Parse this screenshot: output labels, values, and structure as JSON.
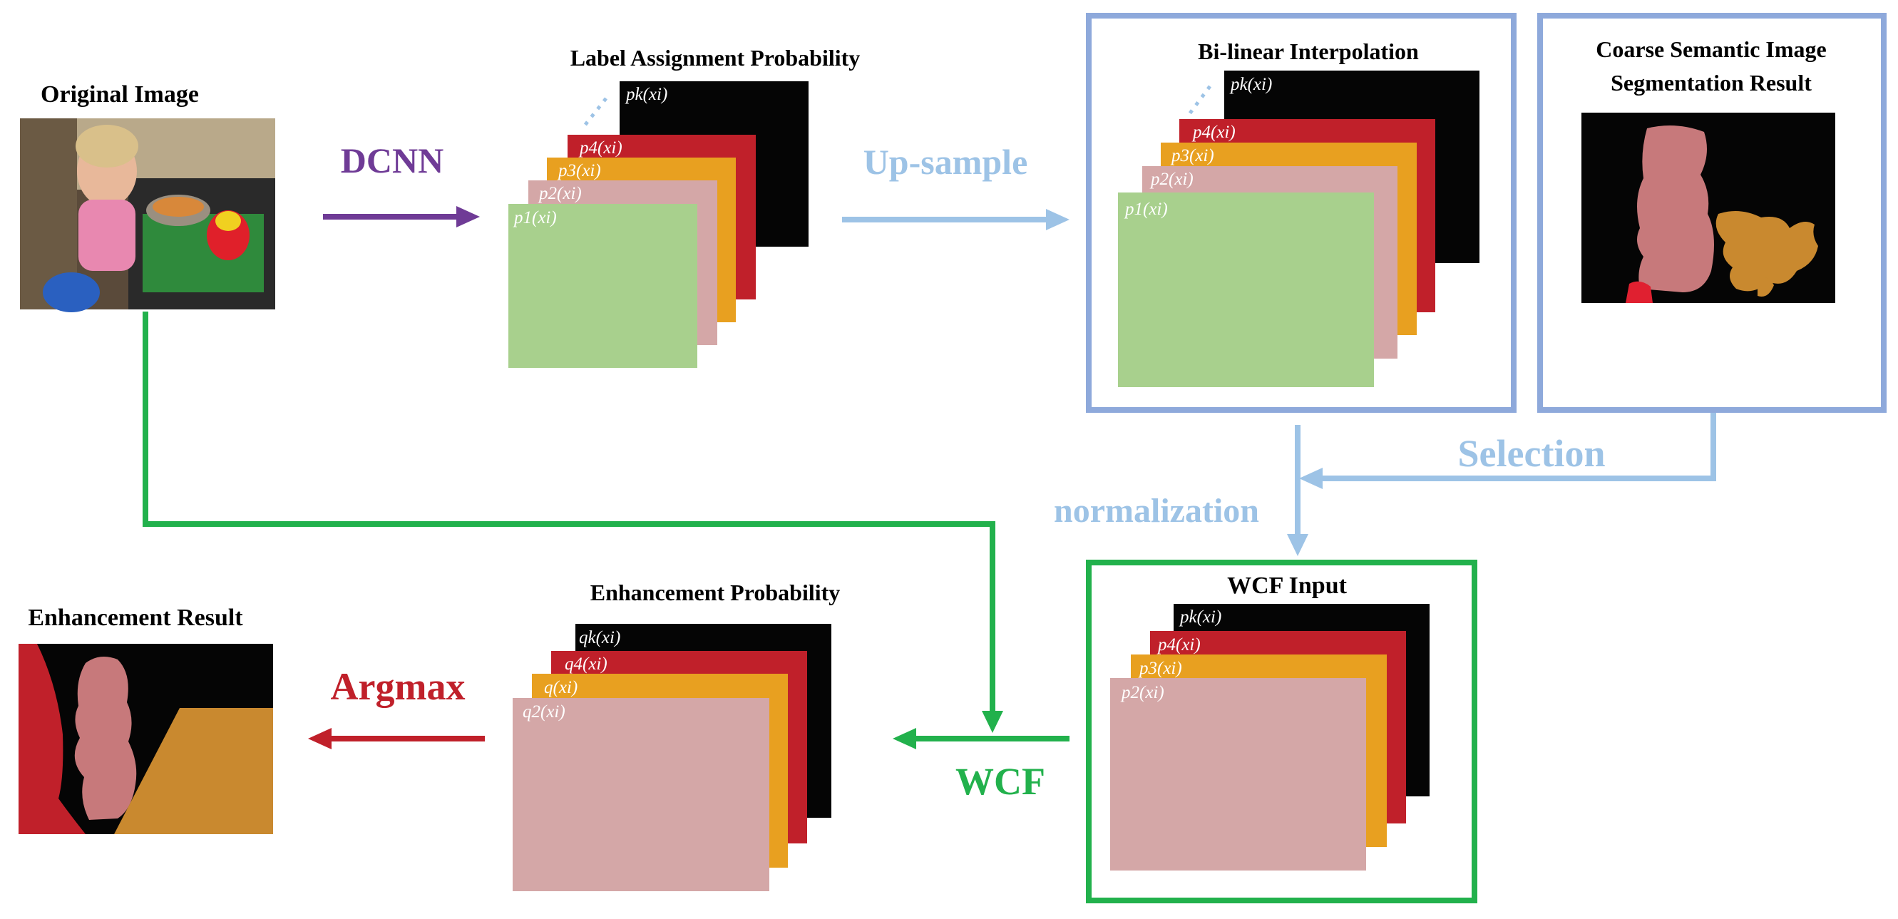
{
  "titles": {
    "original_image": "Original Image",
    "label_assignment": "Label Assignment Probability",
    "bilinear": "Bi-linear Interpolation",
    "coarse_line1": "Coarse Semantic Image",
    "coarse_line2": "Segmentation Result",
    "wcf_input": "WCF Input",
    "enhancement_probability": "Enhancement Probability",
    "enhancement_result": "Enhancement Result"
  },
  "arrows": {
    "dcnn": "DCNN",
    "upsample": "Up-sample",
    "selection": "Selection",
    "normalization": "normalization",
    "wcf": "WCF",
    "argmax": "Argmax"
  },
  "labels": {
    "stack1": {
      "pk": "pk(xi)",
      "p4": "p4(xi)",
      "p3": "p3(xi)",
      "p2": "p2(xi)",
      "p1": "p1(xi)"
    },
    "stack2": {
      "pk": "pk(xi)",
      "p4": "p4(xi)",
      "p3": "p3(xi)",
      "p2": "p2(xi)",
      "p1": "p1(xi)"
    },
    "stack3": {
      "pk": "pk(xi)",
      "p4": "p4(xi)",
      "p3": "p3(xi)",
      "p2": "p2(xi)"
    },
    "stack4": {
      "qk": "qk(xi)",
      "q4": "q4(xi)",
      "q": "q(xi)",
      "q2": "q2(xi)"
    }
  },
  "colors": {
    "dcnn": "#6f3b96",
    "upsample": "#9dc3e6",
    "selection": "#9dc3e6",
    "wcf": "#22b14c",
    "argmax": "#c0202a",
    "box_blue": "#8ea9db",
    "box_green": "#22b14c",
    "layer_black": "#050505",
    "layer_red": "#c0202a",
    "layer_orange": "#e8a020",
    "layer_pink": "#d4a7a7",
    "layer_green": "#a8d08d"
  }
}
